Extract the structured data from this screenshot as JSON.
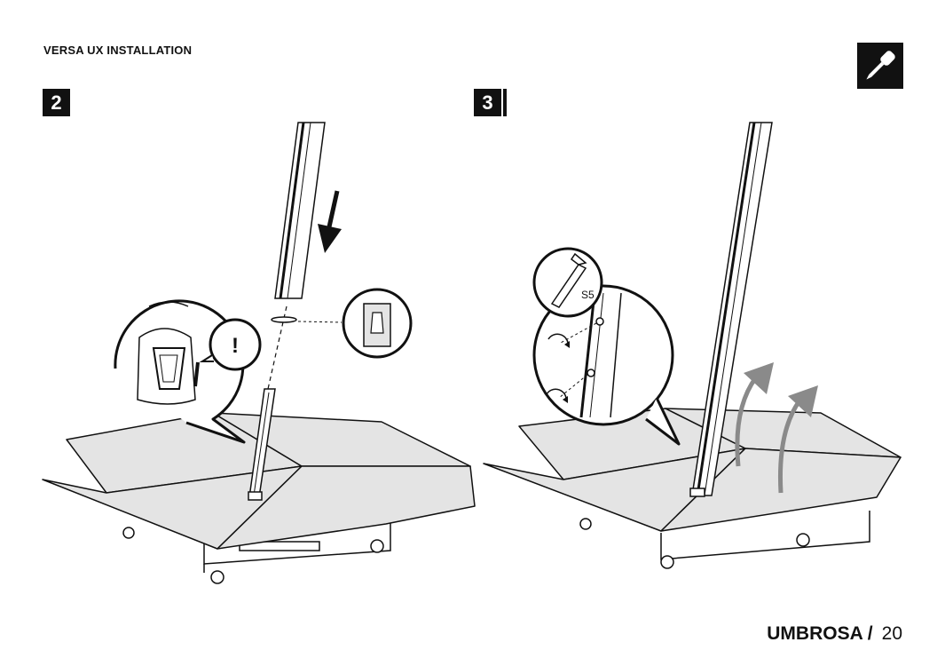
{
  "header": {
    "title": "VERSA UX INSTALLATION"
  },
  "tool_icon": "screwdriver-icon",
  "steps": [
    {
      "number": "2",
      "callout": {
        "symbol": "!"
      }
    },
    {
      "number": "3",
      "tool_label": "S5"
    }
  ],
  "footer": {
    "brand": "UMBROSA /",
    "page": "20"
  },
  "colors": {
    "ink": "#111111",
    "panel": "#e4e4e4",
    "arrow_gray": "#8a8a8a"
  }
}
